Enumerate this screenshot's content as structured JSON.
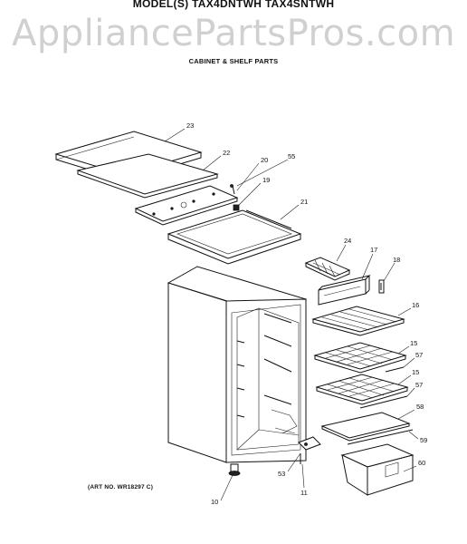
{
  "header": {
    "model_line": "MODEL(S) TAX4DNTWH  TAX4SNTWH",
    "section_title": "CABINET & SHELF PARTS"
  },
  "watermark": "AppliancePartsPros.com",
  "art_number": "(ART NO. WR18297 C)",
  "callouts": [
    "23",
    "22",
    "20",
    "55",
    "19",
    "21",
    "24",
    "17",
    "18",
    "16",
    "15",
    "57",
    "15",
    "57",
    "58",
    "59",
    "60",
    "53",
    "11",
    "10"
  ]
}
